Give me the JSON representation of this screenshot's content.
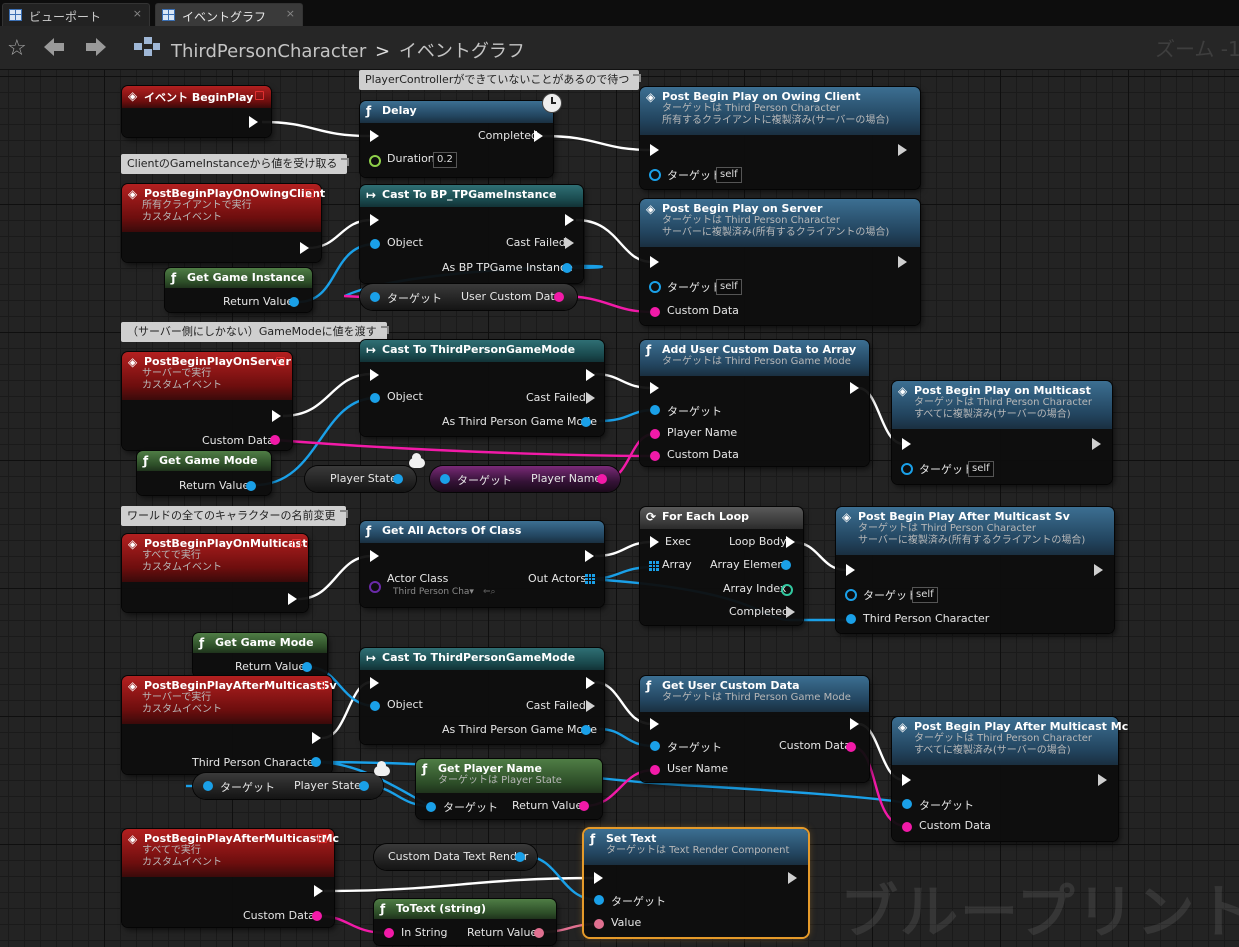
{
  "tabs": [
    {
      "label": "ビューポート",
      "close": "×"
    },
    {
      "label": "イベントグラフ",
      "close": "×"
    }
  ],
  "breadcrumb": {
    "root": "ThirdPersonCharacter",
    "separator": ">",
    "current": "イベントグラフ"
  },
  "zoom_label": "ズーム -1",
  "watermark": "ブループリント",
  "comments": {
    "c1": "PlayerControllerができていないことがあるので待つ",
    "c2": "ClientのGameInstanceから値を受け取る",
    "c3": "（サーバー側にしかない）GameModeに値を渡す",
    "c4": "ワールドの全てのキャラクターの名前変更"
  },
  "nodes": {
    "begin_play": {
      "title": "イベント BeginPlay"
    },
    "delay": {
      "title": "Delay",
      "completed": "Completed",
      "duration": "Duration",
      "duration_value": "0.2"
    },
    "post_owning": {
      "title": "Post Begin Play on Owing Client",
      "sub1": "ターゲットは Third Person Character",
      "sub2": "所有するクライアントに複製済み(サーバーの場合)",
      "target": "ターゲット",
      "self": "self"
    },
    "ev_owning": {
      "title": "PostBeginPlayOnOwingClient",
      "sub1": "所有クライアントで実行",
      "sub2": "カスタムイベント"
    },
    "cast_gi": {
      "title": "Cast To BP_TPGameInstance",
      "object": "Object",
      "failed": "Cast Failed",
      "as": "As BP TPGame Instance"
    },
    "get_gi": {
      "title": "Get Game Instance",
      "ret": "Return Value"
    },
    "gi_var": {
      "target": "ターゲット",
      "field": "User Custom Data"
    },
    "post_server": {
      "title": "Post Begin Play on Server",
      "sub1": "ターゲットは Third Person Character",
      "sub2": "サーバーに複製済み(所有するクライアントの場合)",
      "target": "ターゲット",
      "self": "self",
      "data": "Custom Data"
    },
    "ev_server": {
      "title": "PostBeginPlayOnServer",
      "sub1": "サーバーで実行",
      "sub2": "カスタムイベント",
      "data": "Custom Data"
    },
    "cast_gm1": {
      "title": "Cast To ThirdPersonGameMode",
      "object": "Object",
      "failed": "Cast Failed",
      "as": "As Third Person Game Mode"
    },
    "add_data": {
      "title": "Add User Custom Data to Array",
      "sub1": "ターゲットは Third Person Game Mode",
      "target": "ターゲット",
      "name": "Player Name",
      "data": "Custom Data"
    },
    "post_multi": {
      "title": "Post Begin Play on Multicast",
      "sub1": "ターゲットは Third Person Character",
      "sub2": "すべてに複製済み(サーバーの場合)",
      "target": "ターゲット",
      "self": "self"
    },
    "get_gm1": {
      "title": "Get Game Mode",
      "ret": "Return Value"
    },
    "ps_var1": {
      "label": "Player State"
    },
    "ps_name": {
      "target": "ターゲット",
      "field": "Player Name"
    },
    "ev_multi": {
      "title": "PostBeginPlayOnMulticast",
      "sub1": "すべてで実行",
      "sub2": "カスタムイベント"
    },
    "get_actors": {
      "title": "Get All Actors Of Class",
      "class": "Actor Class",
      "class_value": "Third Person Cha▾",
      "out": "Out Actors"
    },
    "foreach": {
      "title": "For Each Loop",
      "exec": "Exec",
      "array": "Array",
      "body": "Loop Body",
      "elem": "Array Element",
      "index": "Array Index",
      "completed": "Completed"
    },
    "post_after_sv": {
      "title": "Post Begin Play After Multicast Sv",
      "sub1": "ターゲットは Third Person Character",
      "sub2": "サーバーに複製済み(所有するクライアントの場合)",
      "target": "ターゲット",
      "self": "self",
      "tpc": "Third Person Character"
    },
    "get_gm2": {
      "title": "Get Game Mode",
      "ret": "Return Value"
    },
    "ev_after_sv": {
      "title": "PostBeginPlayAfterMulticastSv",
      "sub1": "サーバーで実行",
      "sub2": "カスタムイベント",
      "tpc": "Third Person Character"
    },
    "cast_gm2": {
      "title": "Cast To ThirdPersonGameMode",
      "object": "Object",
      "failed": "Cast Failed",
      "as": "As Third Person Game Mode"
    },
    "get_ucd": {
      "title": "Get User Custom Data",
      "sub1": "ターゲットは Third Person Game Mode",
      "target": "ターゲット",
      "uname": "User Name",
      "data": "Custom Data"
    },
    "post_after_mc": {
      "title": "Post Begin Play After Multicast Mc",
      "sub1": "ターゲットは Third Person Character",
      "sub2": "すべてに複製済み(サーバーの場合)",
      "target": "ターゲット",
      "data": "Custom Data"
    },
    "ps_var2": {
      "target": "ターゲット",
      "field": "Player State"
    },
    "get_pname": {
      "title": "Get Player Name",
      "sub1": "ターゲットは Player State",
      "target": "ターゲット",
      "ret": "Return Value"
    },
    "ev_after_mc": {
      "title": "PostBeginPlayAfterMulticastMc",
      "sub1": "すべてで実行",
      "sub2": "カスタムイベント",
      "data": "Custom Data"
    },
    "text_render": {
      "label": "Custom Data Text Render"
    },
    "totext": {
      "title": "ToText (string)",
      "in": "In String",
      "ret": "Return Value"
    },
    "set_text": {
      "title": "Set Text",
      "sub1": "ターゲットは Text Render Component",
      "target": "ターゲット",
      "value": "Value"
    }
  },
  "colors": {
    "exec": "#ffffff",
    "object": "#1aa0e8",
    "string": "#f21aa8",
    "text": "#e07090",
    "selected": "#e59a2a"
  }
}
